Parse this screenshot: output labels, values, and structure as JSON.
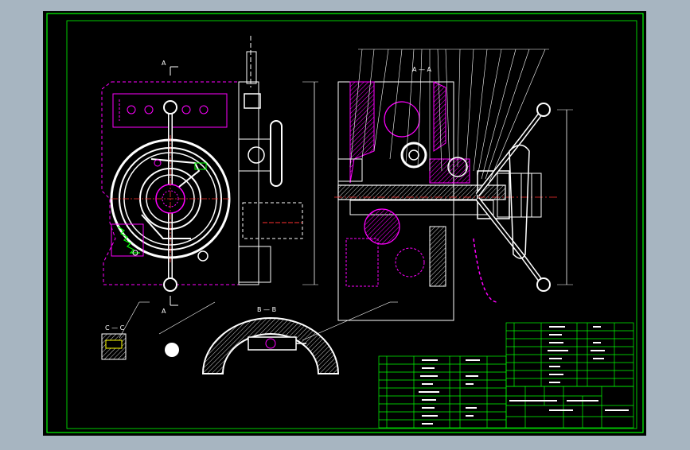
{
  "colors": {
    "window_bg": "#a7b5c1",
    "canvas_bg": "#000000",
    "border_green": "#00ff00",
    "line_white": "#ffffff",
    "line_magenta": "#ff00ff",
    "line_cyan": "#00ffff",
    "line_red": "#ff3030",
    "line_yellow": "#ffff00"
  },
  "labels": {
    "view_a_top": "A",
    "view_a_bottom": "A",
    "section_aa": "A — A",
    "section_bb": "B — B",
    "section_cc": "C — C"
  }
}
